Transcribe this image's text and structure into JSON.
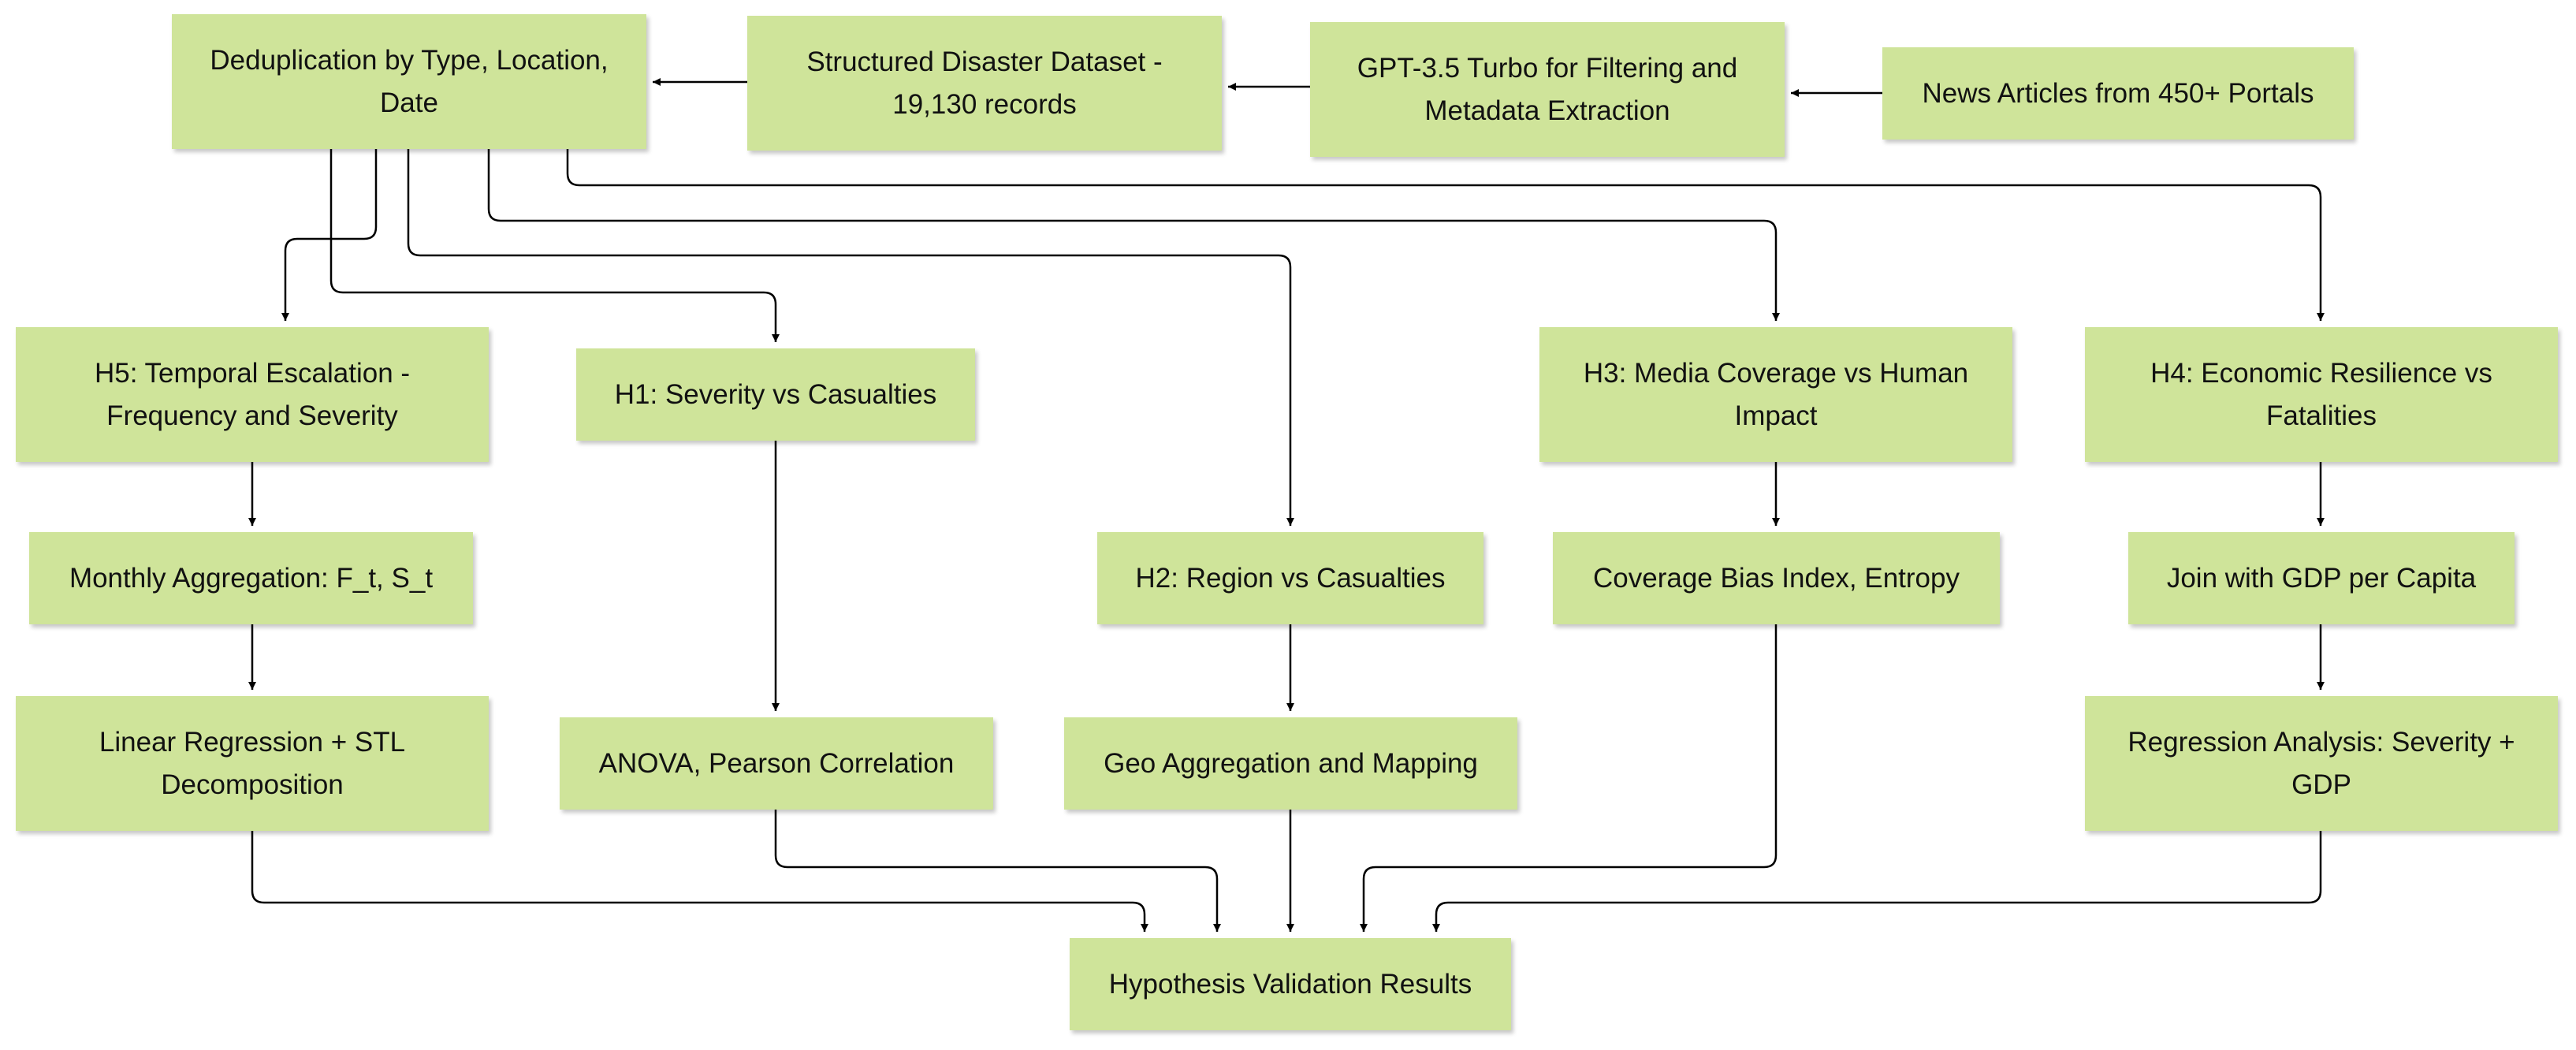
{
  "diagram": {
    "nodes": {
      "news": "News Articles from 450+ Portals",
      "gpt": "GPT-3.5 Turbo for Filtering and Metadata Extraction",
      "dataset": "Structured Disaster Dataset - 19,130 records",
      "dedup": "Deduplication by Type, Location, Date",
      "h5": "H5: Temporal Escalation - Frequency and Severity",
      "h1": "H1: Severity vs Casualties",
      "h3": "H3: Media Coverage vs Human Impact",
      "h4": "H4: Economic Resilience vs Fatalities",
      "monthly": "Monthly Aggregation: F_t, S_t",
      "h2": "H2: Region vs Casualties",
      "coverage": "Coverage Bias Index, Entropy",
      "gdp_join": "Join with GDP per Capita",
      "linreg": "Linear Regression + STL Decomposition",
      "anova": "ANOVA, Pearson Correlation",
      "geo": "Geo Aggregation and Mapping",
      "regression": "Regression Analysis: Severity + GDP",
      "results": "Hypothesis Validation Results"
    },
    "edges": [
      [
        "news",
        "gpt"
      ],
      [
        "gpt",
        "dataset"
      ],
      [
        "dataset",
        "dedup"
      ],
      [
        "dedup",
        "h5"
      ],
      [
        "dedup",
        "h1"
      ],
      [
        "dedup",
        "h2"
      ],
      [
        "dedup",
        "h3"
      ],
      [
        "dedup",
        "h4"
      ],
      [
        "h5",
        "monthly"
      ],
      [
        "monthly",
        "linreg"
      ],
      [
        "h1",
        "anova"
      ],
      [
        "h2",
        "geo"
      ],
      [
        "h3",
        "coverage"
      ],
      [
        "h4",
        "gdp_join"
      ],
      [
        "gdp_join",
        "regression"
      ],
      [
        "linreg",
        "results"
      ],
      [
        "anova",
        "results"
      ],
      [
        "geo",
        "results"
      ],
      [
        "coverage",
        "results"
      ],
      [
        "regression",
        "results"
      ]
    ],
    "colors": {
      "node_fill": "#cfe49a",
      "edge": "#000000"
    }
  }
}
